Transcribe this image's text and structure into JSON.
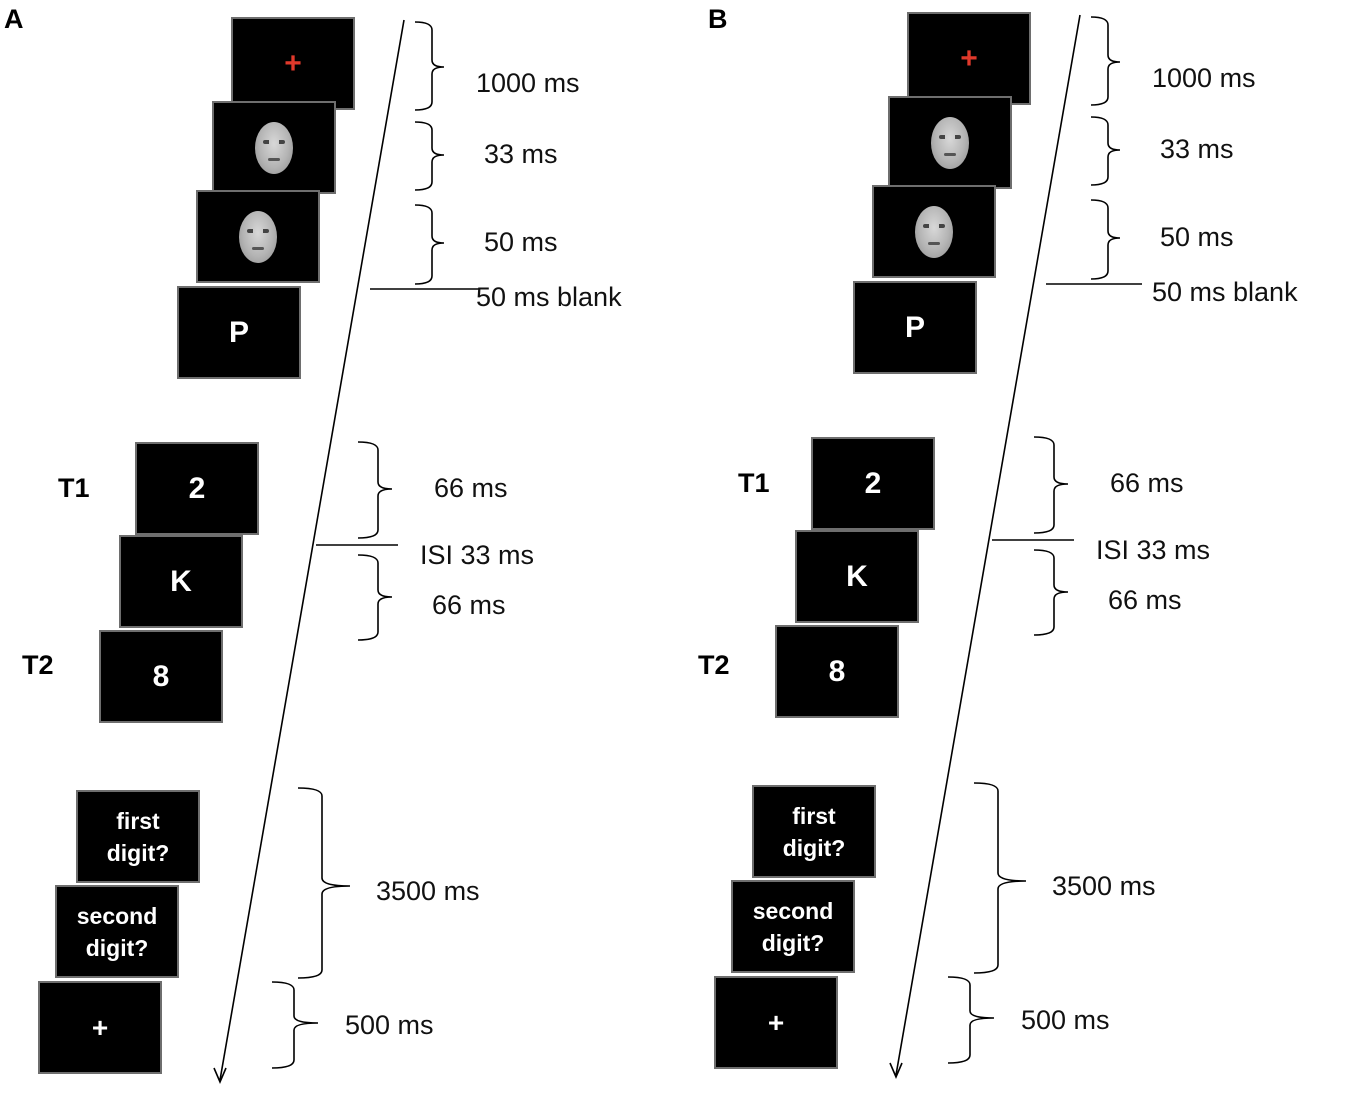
{
  "panels": [
    {
      "letter": "A",
      "screens": {
        "fixation": "+",
        "letter_p": "P",
        "t1_digit": "2",
        "distractor": "K",
        "t2_digit": "8",
        "first_prompt": [
          "first",
          "digit?"
        ],
        "second_prompt": [
          "second",
          "digit?"
        ],
        "end_fixation": "+"
      },
      "target_labels": {
        "t1": "T1",
        "t2": "T2"
      },
      "durations": {
        "fixation": "1000 ms",
        "face1": "33 ms",
        "face2": "50 ms",
        "blank": "50 ms blank",
        "t1": "66  ms",
        "isi": "ISI 33  ms",
        "t2": "66 ms",
        "response": "3500 ms",
        "iti": "500 ms"
      }
    },
    {
      "letter": "B",
      "screens": {
        "fixation": "+",
        "letter_p": "P",
        "t1_digit": "2",
        "distractor": "K",
        "t2_digit": "8",
        "first_prompt": [
          "first",
          "digit?"
        ],
        "second_prompt": [
          "second",
          "digit?"
        ],
        "end_fixation": "+"
      },
      "target_labels": {
        "t1": "T1",
        "t2": "T2"
      },
      "durations": {
        "fixation": "1000 ms",
        "face1": "33 ms",
        "face2": "50 ms",
        "blank": "50 ms blank",
        "t1": "66  ms",
        "isi": "ISI 33  ms",
        "t2": "66 ms",
        "response": "3500 ms",
        "iti": "500 ms"
      }
    }
  ]
}
